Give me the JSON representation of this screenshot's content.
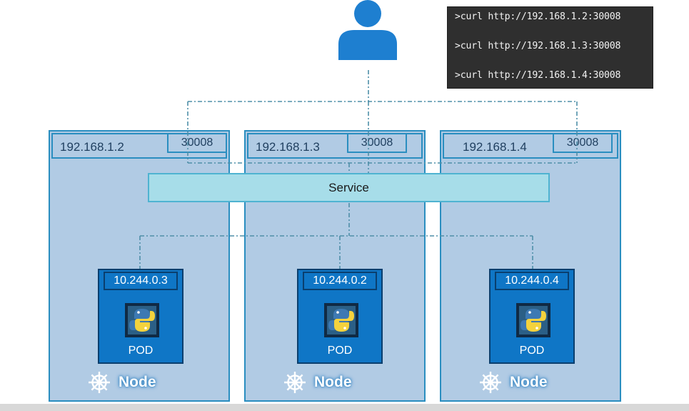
{
  "terminal": {
    "lines": [
      ">curl http://192.168.1.2:30008",
      ">curl http://192.168.1.3:30008",
      ">curl http://192.168.1.4:30008"
    ]
  },
  "service": {
    "label": "Service"
  },
  "nodes": [
    {
      "ip": "192.168.1.2",
      "port": "30008",
      "label": "Node",
      "pod": {
        "ip": "10.244.0.3",
        "label": "POD"
      }
    },
    {
      "ip": "192.168.1.3",
      "port": "30008",
      "label": "Node",
      "pod": {
        "ip": "10.244.0.2",
        "label": "POD"
      }
    },
    {
      "ip": "192.168.1.4",
      "port": "30008",
      "label": "Node",
      "pod": {
        "ip": "10.244.0.4",
        "label": "POD"
      }
    }
  ],
  "colors": {
    "node_fill": "#b1cbe4",
    "node_border": "#2a8ec0",
    "service_fill": "#a7dde9",
    "pod_fill": "#0f76c6",
    "user": "#1e7fd0",
    "terminal_bg": "#2f2f2f"
  },
  "icons": {
    "user": "person-icon",
    "node": "kubernetes-wheel-icon",
    "pod": "python-logo-icon"
  }
}
